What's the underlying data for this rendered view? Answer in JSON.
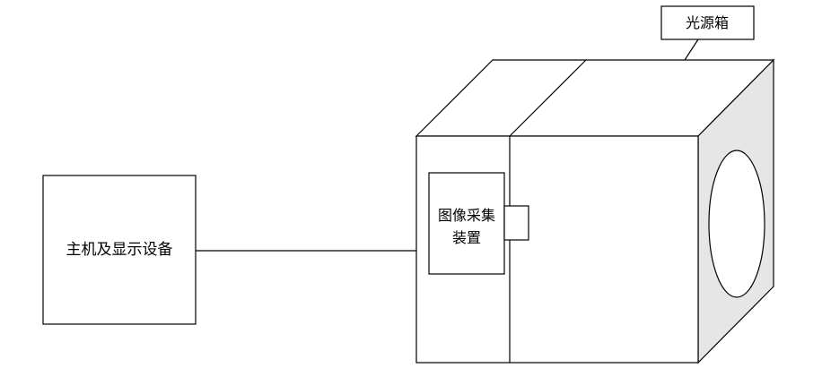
{
  "host": {
    "label": "主机及显示设备"
  },
  "camera": {
    "label_line1": "图像采集",
    "label_line2": "装置"
  },
  "lightbox": {
    "label": "光源箱"
  },
  "colors": {
    "line": "#000000",
    "side_face": "#e6e6e6",
    "background": "#ffffff"
  }
}
